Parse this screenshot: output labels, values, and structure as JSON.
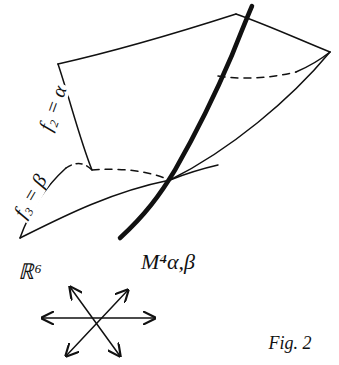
{
  "diagram": {
    "caption": "Fig. 2",
    "labels": [
      "f₂ = α",
      "f₃ = β",
      "M⁴α,β",
      "ℝ⁶"
    ]
  }
}
